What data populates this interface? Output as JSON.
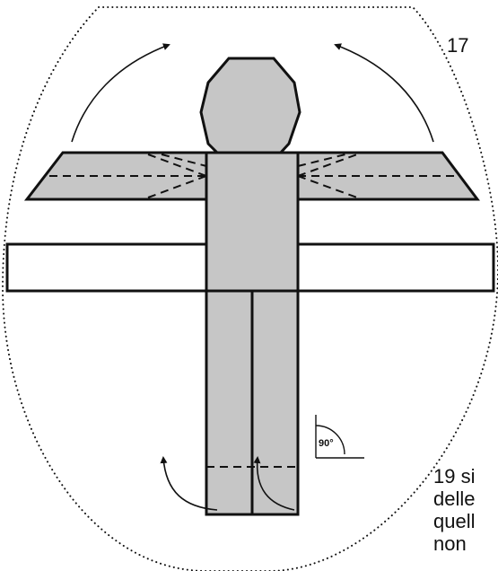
{
  "annotations": {
    "step_top_right": "17",
    "angle": "90°",
    "note_bottom_right": [
      "19 si",
      "delle",
      "quell",
      "non"
    ]
  },
  "colors": {
    "fill_gray": "#c6c6c6",
    "stroke": "#111111",
    "paper": "#ffffff"
  },
  "icons": {
    "fold_arrows": [
      "curved-arrow-up-left",
      "curved-arrow-up-right",
      "curved-arrow-left-leg",
      "curved-arrow-right-leg"
    ],
    "angle_marker": "right-angle-icon"
  }
}
